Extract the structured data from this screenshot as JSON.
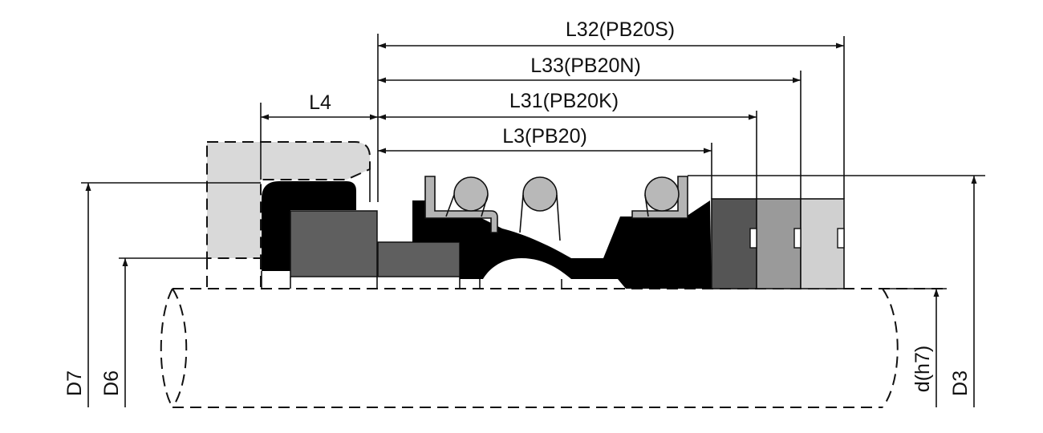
{
  "dimensions": {
    "l32": "L32(PB20S)",
    "l33": "L33(PB20N)",
    "l31": "L31(PB20K)",
    "l3": "L3(PB20)",
    "l4": "L4",
    "d7": "D7",
    "d6": "D6",
    "d_h7": "d(h7)",
    "d3": "D3"
  },
  "colors": {
    "seat_housing": "#d9d9d9",
    "elastomer": "#000000",
    "stationary_ring": "#5f5f5f",
    "sleeve": "#5f5f5f",
    "collar_pb20": "#555555",
    "collar_pb20k": "#9a9a9a",
    "collar_pb20n": "#d0d0d0",
    "spring": "#b8b8b8",
    "retainer": "#b4b4b4"
  }
}
